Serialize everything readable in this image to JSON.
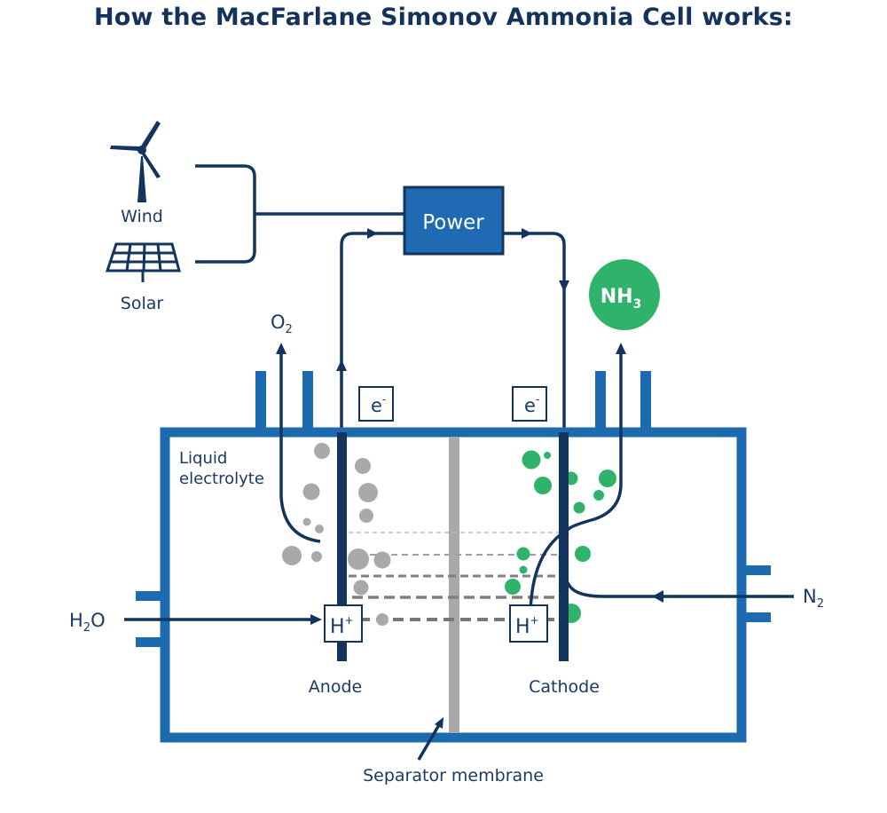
{
  "title": "How the MacFarlane Simonov Ammonia Cell works:",
  "colors": {
    "navy": "#12345f",
    "cell_blue": "#1c6bb0",
    "power_box": "#1f6ab2",
    "green": "#2fb36b",
    "gray": "#a9a9ab",
    "title": "#14335a"
  },
  "sources": {
    "wind": "Wind",
    "solar": "Solar"
  },
  "power": "Power",
  "electron": {
    "base": "e",
    "sup": "-"
  },
  "proton": {
    "base": "H",
    "sup": "+"
  },
  "oxygen": {
    "base": "O",
    "sub": "2"
  },
  "water": {
    "a": "H",
    "sub": "2",
    "b": "O"
  },
  "nitrogen": {
    "base": "N",
    "sub": "2"
  },
  "ammonia": {
    "base": "NH",
    "sub": "3"
  },
  "electrolyte": {
    "line1": "Liquid",
    "line2": "electrolyte"
  },
  "anode": "Anode",
  "cathode": "Cathode",
  "membrane": "Separator membrane"
}
